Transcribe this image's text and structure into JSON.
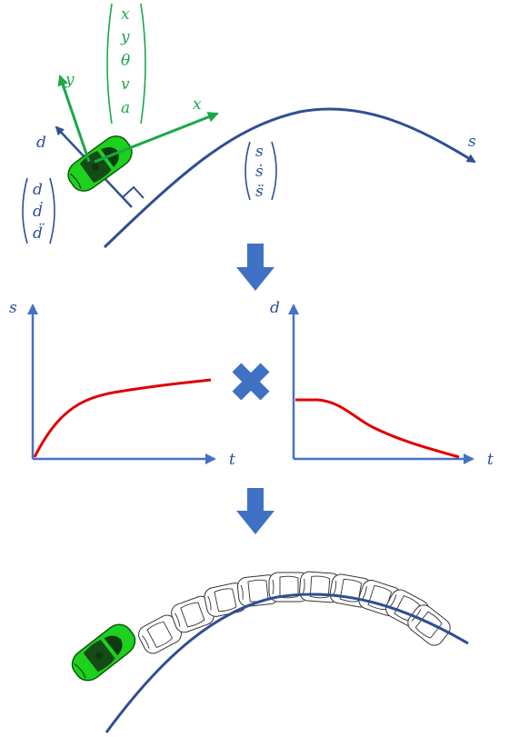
{
  "colors": {
    "road": "#2f4f93",
    "frame_green": "#1aa84a",
    "car_green": "#1ed11e",
    "arrow_blue": "#3f72c4",
    "curve_red": "#e00000",
    "axis_blue": "#4472c4"
  },
  "frenet_frame": {
    "road_label": "s",
    "normal_label": "d",
    "s_state": [
      "s",
      "ṡ",
      "s̈"
    ],
    "d_state": [
      "d",
      "ḋ",
      "d̈"
    ]
  },
  "cartesian_frame": {
    "x_label": "x",
    "y_label": "y",
    "state": [
      "x",
      "y",
      "θ",
      "v",
      "a"
    ]
  },
  "s_t_plot": {
    "ylabel": "s",
    "xlabel": "t"
  },
  "d_t_plot": {
    "ylabel": "d",
    "xlabel": "t"
  },
  "icons": [
    "down-arrow-icon",
    "multiply-icon",
    "car-icon"
  ]
}
